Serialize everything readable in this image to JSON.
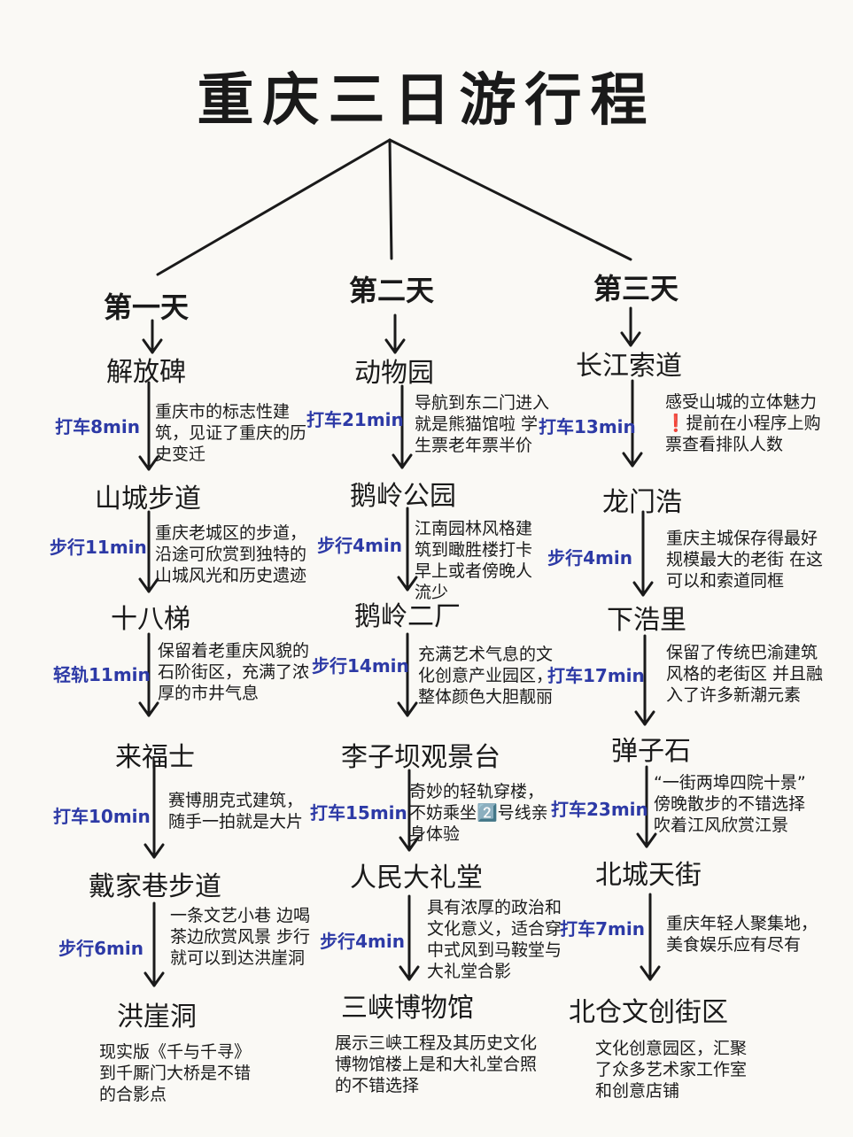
{
  "title": "重庆三日游行程",
  "days": [
    {
      "label": "第一天",
      "stops": [
        "解放碑",
        "山城步道",
        "十八梯",
        "来福士",
        "戴家巷步道",
        "洪崖洞"
      ],
      "transports": [
        "打车8min",
        "步行11min",
        "轻轨11min",
        "打车10min",
        "步行6min"
      ],
      "descs": [
        "重庆市的标志性建筑，见证了重庆的历史变迁",
        "重庆老城区的步道，沿途可欣赏到独特的山城风光和历史遗迹",
        "保留着老重庆风貌的石阶街区，充满了浓厚的市井气息",
        "赛博朋克式建筑，随手一拍就是大片",
        "一条文艺小巷 边喝茶边欣赏风景 步行就可以到达洪崖洞"
      ],
      "final": "现实版《千与千寻》到千厮门大桥是不错的合影点"
    },
    {
      "label": "第二天",
      "stops": [
        "动物园",
        "鹅岭公园",
        "鹅岭二厂",
        "李子坝观景台",
        "人民大礼堂",
        "三峡博物馆"
      ],
      "transports": [
        "打车21min",
        "步行4min",
        "步行14min",
        "打车15min",
        "步行4min"
      ],
      "descs": [
        "导航到东二门进入就是熊猫馆啦 学生票老年票半价",
        "江南园林风格建筑到瞰胜楼打卡 早上或者傍晚人流少",
        "充满艺术气息的文化创意产业园区，整体颜色大胆靓丽",
        "奇妙的轻轨穿楼，不妨乘坐2️⃣号线亲身体验",
        "具有浓厚的政治和文化意义，适合穿中式风到马鞍堂与大礼堂合影"
      ],
      "final": "展示三峡工程及其历史文化 博物馆楼上是和大礼堂合照的不错选择"
    },
    {
      "label": "第三天",
      "stops": [
        "长江索道",
        "龙门浩",
        "下浩里",
        "弹子石",
        "北城天街",
        "北仓文创街区"
      ],
      "transports": [
        "打车13min",
        "步行4min",
        "打车17min",
        "打车23min",
        "打车7min"
      ],
      "descs": [
        "感受山城的立体魅力 ❗️提前在小程序上购票查看排队人数",
        "重庆主城保存得最好规模最大的老街 在这可以和索道同框",
        "保留了传统巴渝建筑风格的老街区 并且融入了许多新潮元素",
        "“一街两埠四院十景” 傍晚散步的不错选择 吹着江风欣赏江景",
        "重庆年轻人聚集地，美食娱乐应有尽有"
      ],
      "final": "文化创意园区，汇聚了众多艺术家工作室和创意店铺"
    }
  ],
  "colors": {
    "ink": "#1a1a1a",
    "transport": "#2d3aa6",
    "paper": "#faf9f5"
  }
}
